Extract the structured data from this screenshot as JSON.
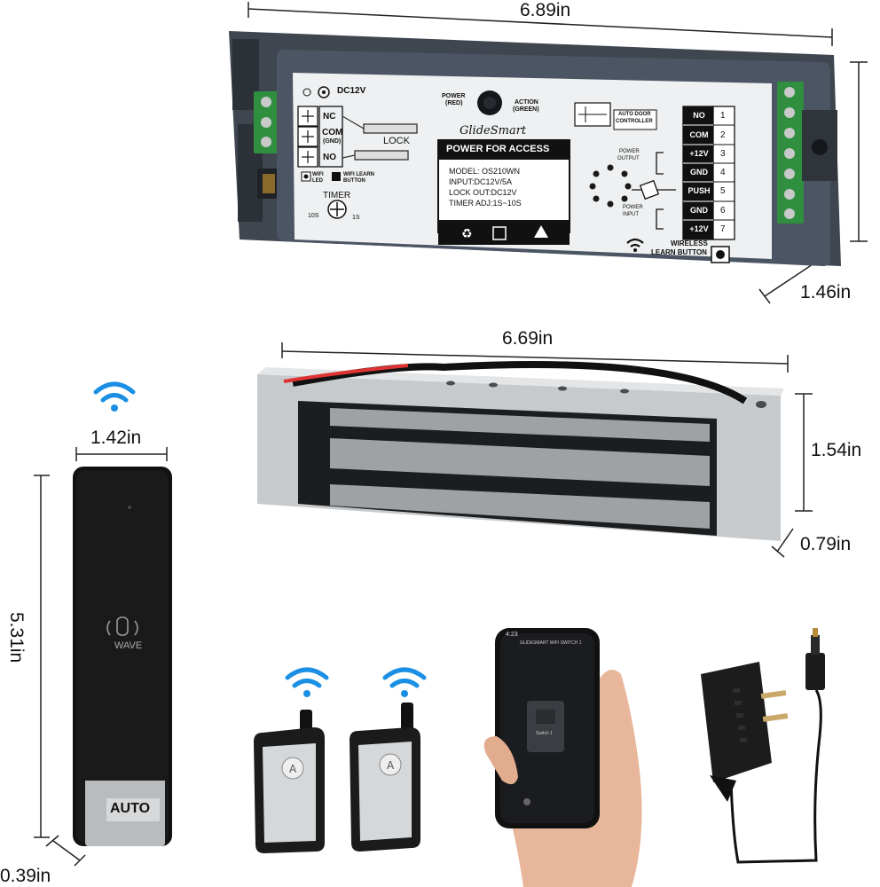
{
  "dimensions": {
    "controller_width": "6.89in",
    "controller_depth": "1.46in",
    "lock_width": "6.69in",
    "lock_height": "1.54in",
    "lock_depth": "0.79in",
    "sensor_width": "1.42in",
    "sensor_height": "5.31in",
    "sensor_depth": "0.39in"
  },
  "controller": {
    "dc_label": "DC12V",
    "power_led_label": "POWER",
    "power_led_color": "(RED)",
    "action_led_label": "ACTION",
    "action_led_color": "(GREEN)",
    "brand": "GlideSmart",
    "left_terminals": [
      "NC",
      "COM",
      "(GND)",
      "NO"
    ],
    "lock_label": "LOCK",
    "wifi_led_label": "WIFI",
    "wifi_led_label2": "LED",
    "wifi_learn_label": "WIFI LEARN",
    "wifi_learn_label2": "BUTTON",
    "timer_label": "TIMER",
    "timer_min": "10S",
    "timer_max": "1S",
    "panel_title": "POWER FOR ACCESS",
    "model": "MODEL: OS210WN",
    "input": "INPUT:DC12V/5A",
    "lock_out": "LOCK OUT:DC12V",
    "timer_adj": "TIMER ADJ:1S~10S",
    "auto_door": "AUTO DOOR",
    "auto_door2": "CONTROLLER",
    "power_output": "POWER",
    "power_output2": "OUTPUT",
    "power_input": "POWER",
    "power_input2": "INPUT",
    "right_terminals": [
      {
        "label": "NO",
        "num": "1"
      },
      {
        "label": "COM",
        "num": "2"
      },
      {
        "label": "+12V",
        "num": "3"
      },
      {
        "label": "GND",
        "num": "4"
      },
      {
        "label": "PUSH",
        "num": "5"
      },
      {
        "label": "GND",
        "num": "6"
      },
      {
        "label": "+12V",
        "num": "7"
      }
    ],
    "wireless_learn": "WIRELESS",
    "wireless_learn2": "LEARN BUTTON"
  },
  "sensor": {
    "wave_label": "WAVE",
    "auto_label": "AUTO"
  },
  "phone": {
    "time": "4:23",
    "app_title": "GLIDESMART WIFI SWITCH 1",
    "switch_label": "Switch 1"
  },
  "colors": {
    "wifi_blue": "#1a8fe3",
    "controller_body": "#4b5563",
    "label_panel": "#eef0f1"
  }
}
